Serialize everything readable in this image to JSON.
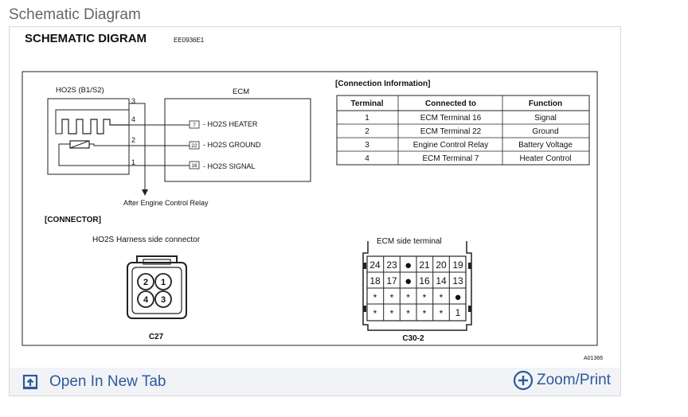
{
  "page_title": "Schematic Diagram",
  "diagram": {
    "heading": "SCHEMATIC DIGRAM",
    "code": "EE0936E1",
    "sensor_label": "HO2S (B1/S2)",
    "ecm_label": "ECM",
    "pins": [
      "3",
      "4",
      "2",
      "1"
    ],
    "ecm_terminals": [
      {
        "num": "7",
        "label": "- HO2S HEATER"
      },
      {
        "num": "22",
        "label": "- HO2S GROUND"
      },
      {
        "num": "16",
        "label": "- HO2S SIGNAL"
      }
    ],
    "relay_note": "After Engine Control Relay",
    "connection_info_title": "[Connection Information]",
    "table": {
      "headers": [
        "Terminal",
        "Connected to",
        "Function"
      ],
      "rows": [
        [
          "1",
          "ECM Terminal 16",
          "Signal"
        ],
        [
          "2",
          "ECM Terminal 22",
          "Ground"
        ],
        [
          "3",
          "Engine Control Relay",
          "Battery Voltage"
        ],
        [
          "4",
          "ECM Terminal 7",
          "Heater Control"
        ]
      ]
    },
    "connector_title": "[CONNECTOR]",
    "harness_label": "HO2S Harness side connector",
    "harness_pins": [
      "2",
      "1",
      "4",
      "3"
    ],
    "harness_id": "C27",
    "ecm_side_label": "ECM side terminal",
    "ecm_grid": [
      [
        "24",
        "23",
        "●",
        "21",
        "20",
        "19"
      ],
      [
        "18",
        "17",
        "●",
        "16",
        "14",
        "13"
      ],
      [
        "*",
        "*",
        "*",
        "*",
        "*",
        "●"
      ],
      [
        "*",
        "*",
        "*",
        "*",
        "*",
        "1"
      ]
    ],
    "ecm_id": "C30-2",
    "figure_code": "A01366"
  },
  "footer": {
    "open_tab": "Open In New Tab",
    "zoom": "Zoom/Print",
    "link_color": "#2a5b9a"
  }
}
